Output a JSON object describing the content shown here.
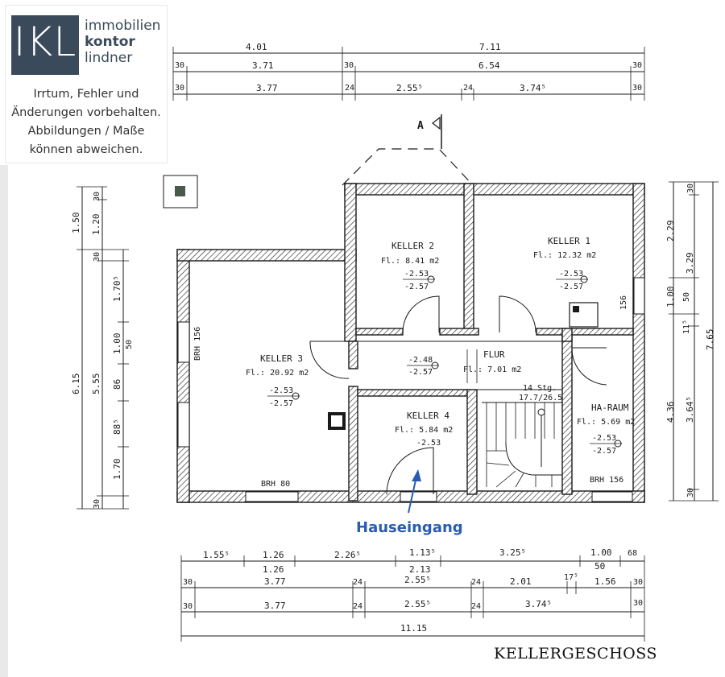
{
  "logo": {
    "mark": "IKL",
    "word1": "immobilien",
    "word2": "kontor",
    "word3": "lindner",
    "color": "#3b4a5a"
  },
  "disclaimer": {
    "line1": "Irrtum, Fehler und",
    "line2": "Änderungen vorbehalten.",
    "line3": "Abbildungen / Maße",
    "line4": "können abweichen."
  },
  "floor_title": "KELLERGESCHOSS",
  "entrance_label": "Hauseingang",
  "entrance_color": "#2a5db0",
  "section_mark": "A",
  "rooms": {
    "keller1": {
      "name": "KELLER 1",
      "area": "Fl.:  12.32 m2",
      "level_top": "-2.53",
      "level_bottom": "-2.57"
    },
    "keller2": {
      "name": "KELLER 2",
      "area": "Fl.:  8.41 m2",
      "level_top": "-2.53",
      "level_bottom": "-2.57"
    },
    "keller3": {
      "name": "KELLER 3",
      "area": "Fl.:  20.92 m2",
      "level_top": "-2.53",
      "level_bottom": "-2.57",
      "brh_side": "BRH 156",
      "brh_bottom": "BRH 80"
    },
    "keller4": {
      "name": "KELLER 4",
      "area": "Fl.:  5.84 m2",
      "level_top": "-2.53"
    },
    "flur": {
      "name": "FLUR",
      "area": "Fl.:  7.01 m2",
      "level_top": "-2.48",
      "level_bottom": "-2.57"
    },
    "stairs": {
      "count": "14 Stg.",
      "ratio": "17.7/26.5"
    },
    "ha_raum": {
      "name": "HA-RAUM",
      "area": "Fl.:  5.69 m2",
      "level_top": "-2.53",
      "level_bottom": "-2.57",
      "brh": "BRH 156",
      "brh_side": "156"
    }
  },
  "dims_top": {
    "row1": [
      "4.01",
      "7.11"
    ],
    "row2": [
      "30",
      "3.71",
      "30",
      "6.54",
      "30"
    ],
    "row3": [
      "30",
      "3.77",
      "24",
      "2.55⁵",
      "24",
      "3.74⁵",
      "30"
    ]
  },
  "dims_bottom": {
    "row1": [
      "1.55⁵",
      "1.26",
      "2.26⁵",
      "1.13⁵",
      "3.25⁵",
      "1.00",
      "68"
    ],
    "row1_sub": [
      "1.26",
      "2.13",
      "50"
    ],
    "row2": [
      "30",
      "3.77",
      "24",
      "2.55⁵",
      "24",
      "2.01",
      "17⁵",
      "1.56",
      "30"
    ],
    "row3": [
      "30",
      "3.77",
      "24",
      "2.55⁵",
      "24",
      "3.74⁵",
      "30"
    ],
    "row4": [
      "11.15"
    ]
  },
  "dims_left": {
    "outer": [
      "1.50",
      "6.15"
    ],
    "middle": [
      "30",
      "1.20",
      "30",
      "5.55",
      "30"
    ],
    "inner": [
      "1.70⁵",
      "1.00",
      "86",
      "88⁵",
      "1.70"
    ],
    "inner_sub": [
      "50"
    ]
  },
  "dims_right": {
    "outer": [
      "7.65"
    ],
    "middle": [
      "2.29",
      "1.00",
      "4.36"
    ],
    "inner": [
      "30",
      "3.29",
      "50",
      "11⁵",
      "3.64⁵",
      "30"
    ]
  }
}
